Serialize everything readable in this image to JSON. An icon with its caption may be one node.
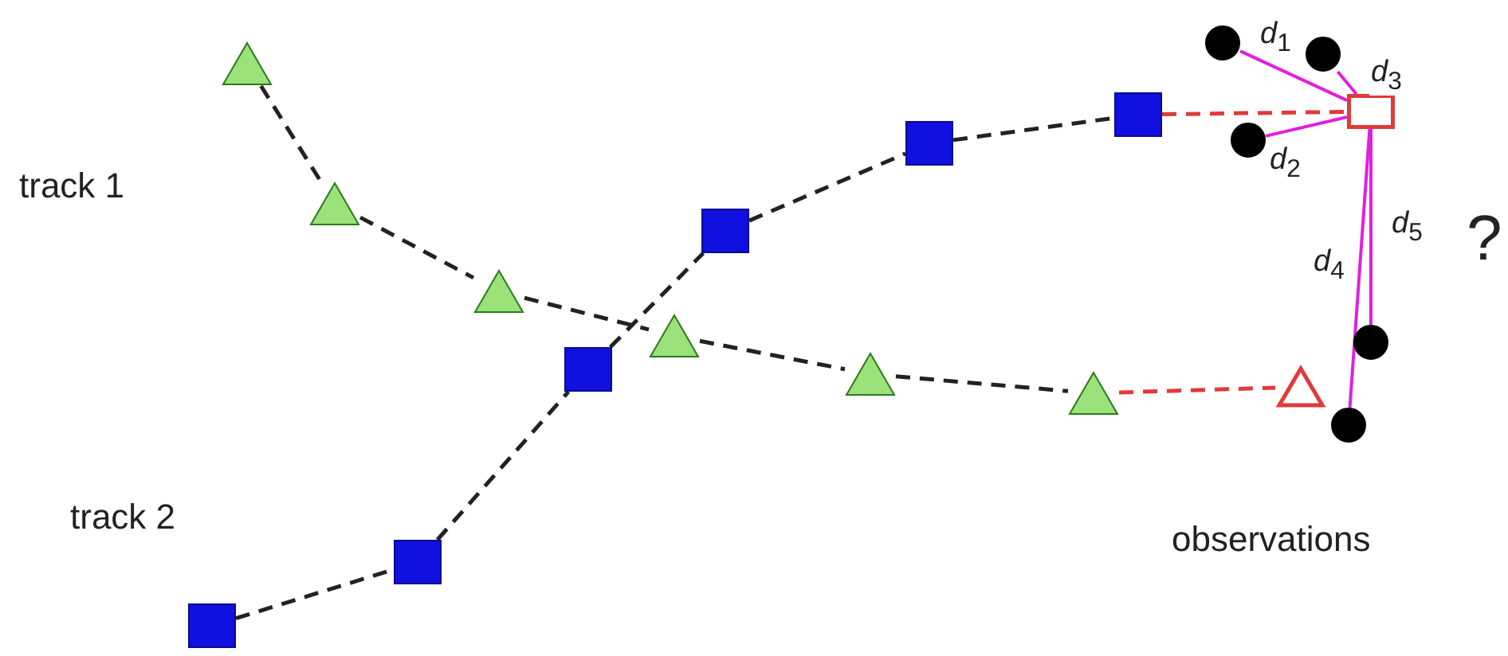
{
  "diagram": {
    "nodes": [
      {
        "text": [],
        "shape": "triangle"
      },
      {
        "text": [],
        "shape": "triangle"
      },
      {
        "text": [],
        "shape": "triangle"
      },
      {
        "text": [],
        "shape": "triangle"
      },
      {
        "text": [],
        "shape": "triangle"
      },
      {
        "text": [],
        "shape": "triangle"
      },
      {
        "text": [],
        "shape": "triangle"
      },
      {
        "text": [],
        "shape": "box"
      },
      {
        "text": [],
        "shape": "box"
      },
      {
        "text": [],
        "shape": "box"
      },
      {
        "text": [],
        "shape": "box"
      },
      {
        "text": [],
        "shape": "box"
      },
      {
        "text": [],
        "shape": "box"
      },
      {
        "text": [],
        "shape": "box"
      },
      {
        "text": [],
        "shape": "circle"
      },
      {
        "text": [],
        "shape": "circle"
      },
      {
        "text": [],
        "shape": "circle"
      },
      {
        "text": [],
        "shape": "circle"
      },
      {
        "text": [],
        "shape": "circle"
      }
    ],
    "edges": [
      {
        "from": 0,
        "to": 1,
        "arrow": "none",
        "style": "dashed"
      },
      {
        "from": 1,
        "to": 2,
        "arrow": "none",
        "style": "dashed"
      },
      {
        "from": 2,
        "to": 3,
        "arrow": "none",
        "style": "dashed"
      },
      {
        "from": 3,
        "to": 4,
        "arrow": "none",
        "style": "dashed"
      },
      {
        "from": 4,
        "to": 5,
        "arrow": "none",
        "style": "dashed"
      },
      {
        "from": 5,
        "to": 6,
        "arrow": "none",
        "style": "dashed",
        "color": "#e03a3a"
      },
      {
        "from": 7,
        "to": 8,
        "arrow": "none",
        "style": "dashed"
      },
      {
        "from": 8,
        "to": 9,
        "arrow": "none",
        "style": "dashed"
      },
      {
        "from": 9,
        "to": 10,
        "arrow": "none",
        "style": "dashed"
      },
      {
        "from": 10,
        "to": 11,
        "arrow": "none",
        "style": "dashed"
      },
      {
        "from": 11,
        "to": 12,
        "arrow": "none",
        "style": "dashed"
      },
      {
        "from": 12,
        "to": 13,
        "arrow": "none",
        "style": "dashed",
        "color": "#e03a3a"
      },
      {
        "from": 14,
        "to": 13,
        "arrow": "none",
        "label": "*d*$_{1}$",
        "color": "#e020e0"
      },
      {
        "from": 15,
        "to": 13,
        "arrow": "none",
        "label": "*d*$_{2}$",
        "color": "#e020e0"
      },
      {
        "from": 16,
        "to": 13,
        "arrow": "none",
        "label": "*d*$_{3}$",
        "color": "#e020e0"
      },
      {
        "from": 13,
        "to": 18,
        "arrow": "none",
        "label": "*d*$_{4}$",
        "color": "#e020e0"
      },
      {
        "from": 13,
        "to": 17,
        "arrow": "none",
        "label": "*d*$_{5}$",
        "color": "#e020e0"
      }
    ],
    "labels": [
      "track 1",
      "?",
      "track 2",
      "observations"
    ]
  }
}
